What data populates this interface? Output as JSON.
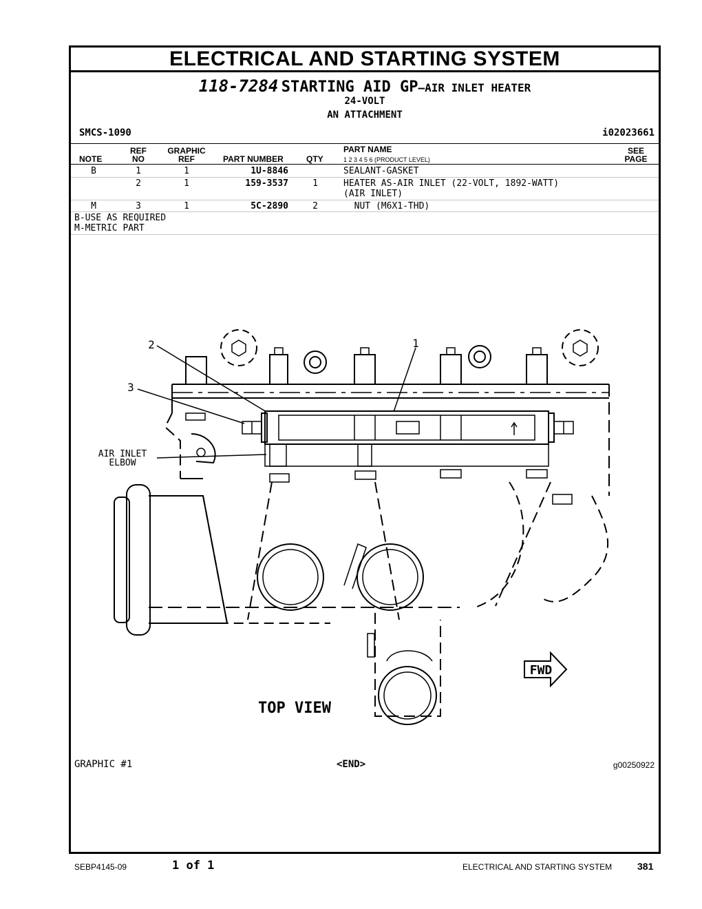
{
  "header": {
    "section_title": "ELECTRICAL AND STARTING SYSTEM",
    "group_number": "118-7284",
    "group_name": "STARTING AID GP",
    "group_desc": "—AIR INLET HEATER",
    "voltage": "24-VOLT",
    "attachment": "AN ATTACHMENT",
    "smcs": "SMCS-1090",
    "doc_id": "i02023661"
  },
  "table": {
    "columns": {
      "note": "NOTE",
      "ref_no_1": "REF",
      "ref_no_2": "NO",
      "graphic_ref_1": "GRAPHIC",
      "graphic_ref_2": "REF",
      "part_number": "PART NUMBER",
      "qty": "QTY",
      "part_name": "PART NAME",
      "product_levels": "1   2   3   4   5   6   (PRODUCT LEVEL)",
      "see_page_1": "SEE",
      "see_page_2": "PAGE"
    },
    "rows": [
      {
        "note": "B",
        "ref_no": "1",
        "graphic_ref": "1",
        "part_number": "1U-8846",
        "qty": "",
        "part_name": "SEALANT-GASKET",
        "part_name_2": ""
      },
      {
        "note": "",
        "ref_no": "2",
        "graphic_ref": "1",
        "part_number": "159-3537",
        "qty": "1",
        "part_name": "HEATER AS-AIR INLET (22-VOLT, 1892-WATT)",
        "part_name_2": "(AIR INLET)"
      },
      {
        "note": "M",
        "ref_no": "3",
        "graphic_ref": "1",
        "part_number": "5C-2890",
        "qty": "2",
        "part_name": "  NUT (M6X1-THD)",
        "part_name_2": ""
      }
    ],
    "notes": [
      "B-USE AS REQUIRED",
      "M-METRIC PART"
    ]
  },
  "graphic": {
    "callouts": [
      "1",
      "2",
      "3"
    ],
    "air_inlet_label_1": "AIR INLET",
    "air_inlet_label_2": "ELBOW",
    "fwd_label": "FWD",
    "view_label": "TOP VIEW",
    "graphic_label": "GRAPHIC #1",
    "end_marker": "<END>",
    "graphic_id": "g00250922"
  },
  "footer": {
    "doc_number": "SEBP4145-09",
    "page_of": "1 of 1",
    "section": "ELECTRICAL AND STARTING SYSTEM",
    "page_number": "381"
  }
}
